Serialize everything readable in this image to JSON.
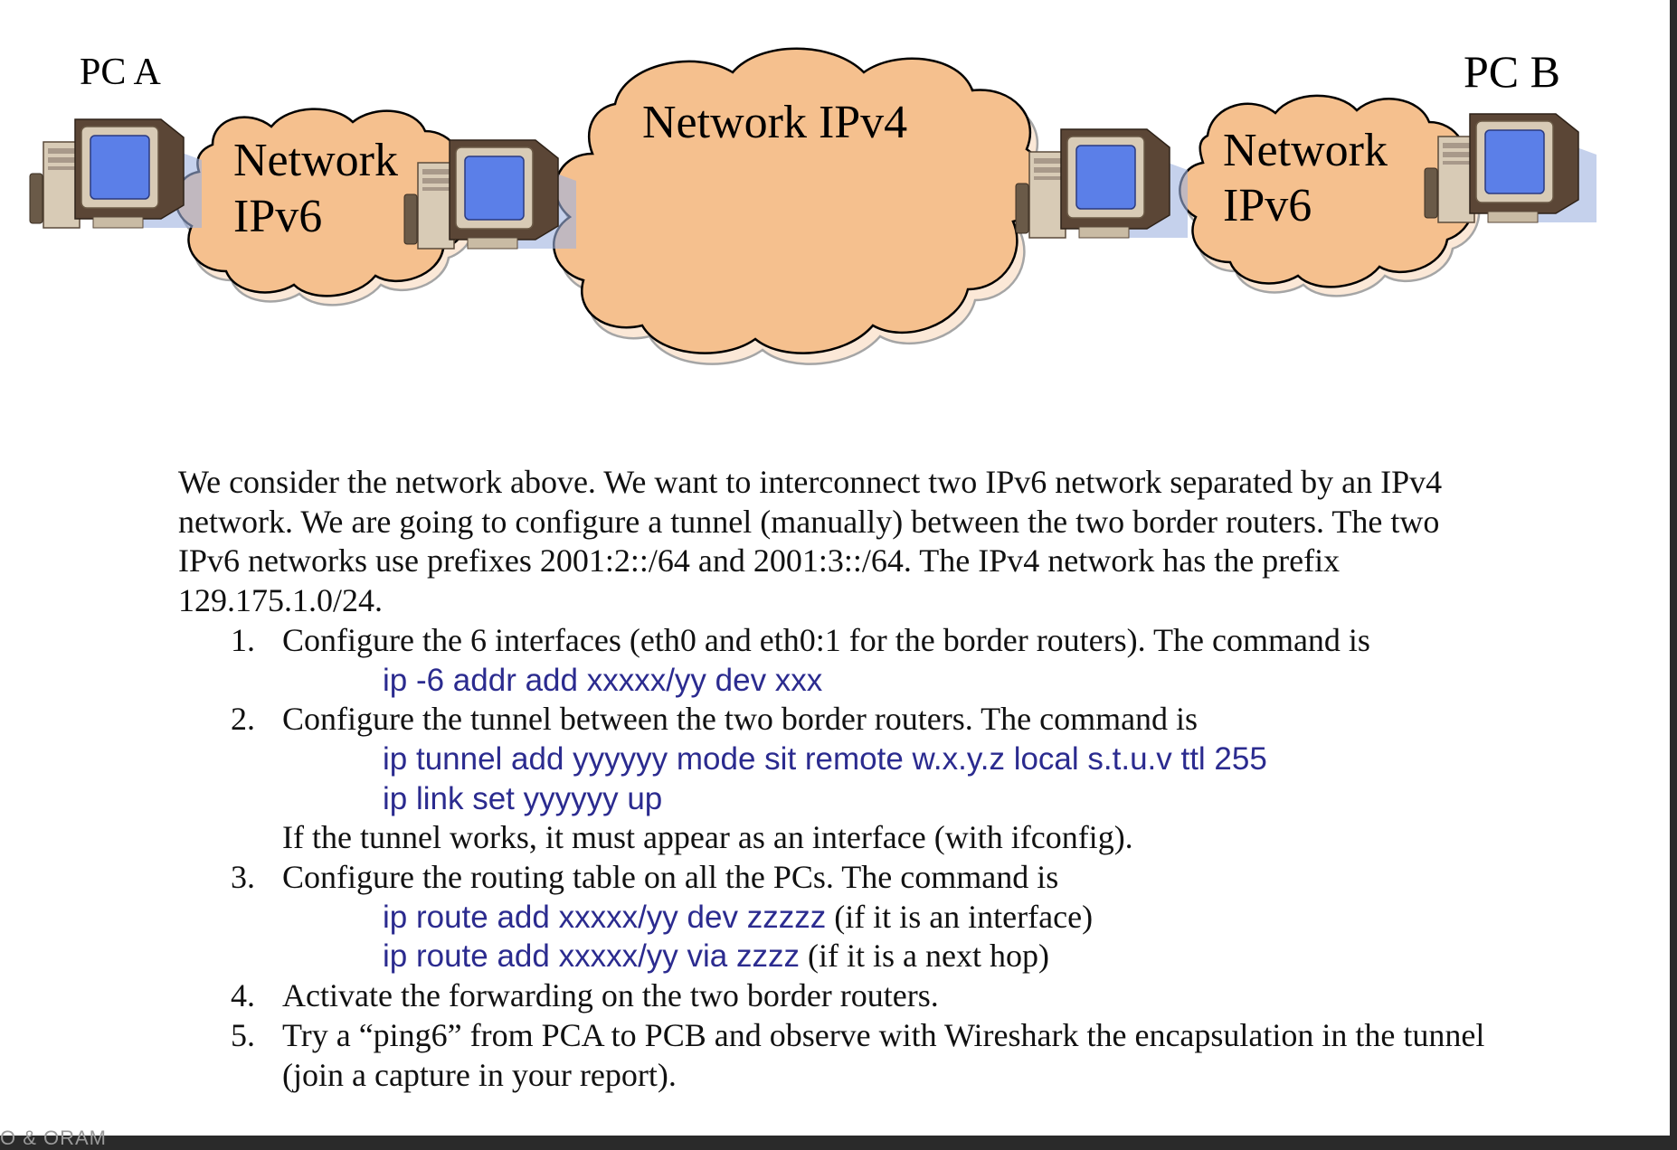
{
  "diagram": {
    "pc_a_label": "PC A",
    "pc_b_label": "PC B",
    "cloud_ipv4": "Network IPv4",
    "cloud_left_line1": "Network",
    "cloud_left_line2": "IPv6",
    "cloud_right_line1": "Network",
    "cloud_right_line2": "IPv6"
  },
  "intro": "We consider the network above. We want to interconnect two IPv6 network separated by an IPv4 network. We are going to configure a tunnel (manually) between the two border routers. The two IPv6 networks use prefixes 2001:2::/64 and 2001:3::/64. The IPv4 network has the prefix 129.175.1.0/24.",
  "steps": [
    {
      "num": "1.",
      "text": "Configure the 6 interfaces (eth0 and eth0:1 for the border routers). The command is",
      "cmd1": "ip -6 addr add xxxxx/yy dev xxx"
    },
    {
      "num": "2.",
      "text": "Configure the tunnel between the two border routers. The command is",
      "cmd1": "ip tunnel add yyyyyy mode sit remote w.x.y.z local s.t.u.v ttl 255",
      "cmd2": "ip link set yyyyyy up",
      "after": "If the tunnel works, it must appear as an interface (with ifconfig)."
    },
    {
      "num": "3.",
      "text": "Configure the routing table on all the PCs. The command is",
      "cmd1": "ip route add xxxxx/yy dev zzzzz",
      "note1": " (if it is an interface)",
      "cmd2": "ip route add xxxxx/yy via zzzz",
      "note2": " (if it is a next hop)"
    },
    {
      "num": "4.",
      "text": "Activate the forwarding on the two border routers."
    },
    {
      "num": "5.",
      "text": "Try a “ping6” from PCA to PCB and observe with Wireshark the encapsulation in the tunnel (join a capture in your report)."
    }
  ],
  "footer_fragment": "O & ORAM",
  "colors": {
    "cloud_fill": "#f5c08e",
    "command_text": "#2b2b8f",
    "monitor_screen": "#5b7fe8",
    "computer_body": "#d8cbb6"
  }
}
